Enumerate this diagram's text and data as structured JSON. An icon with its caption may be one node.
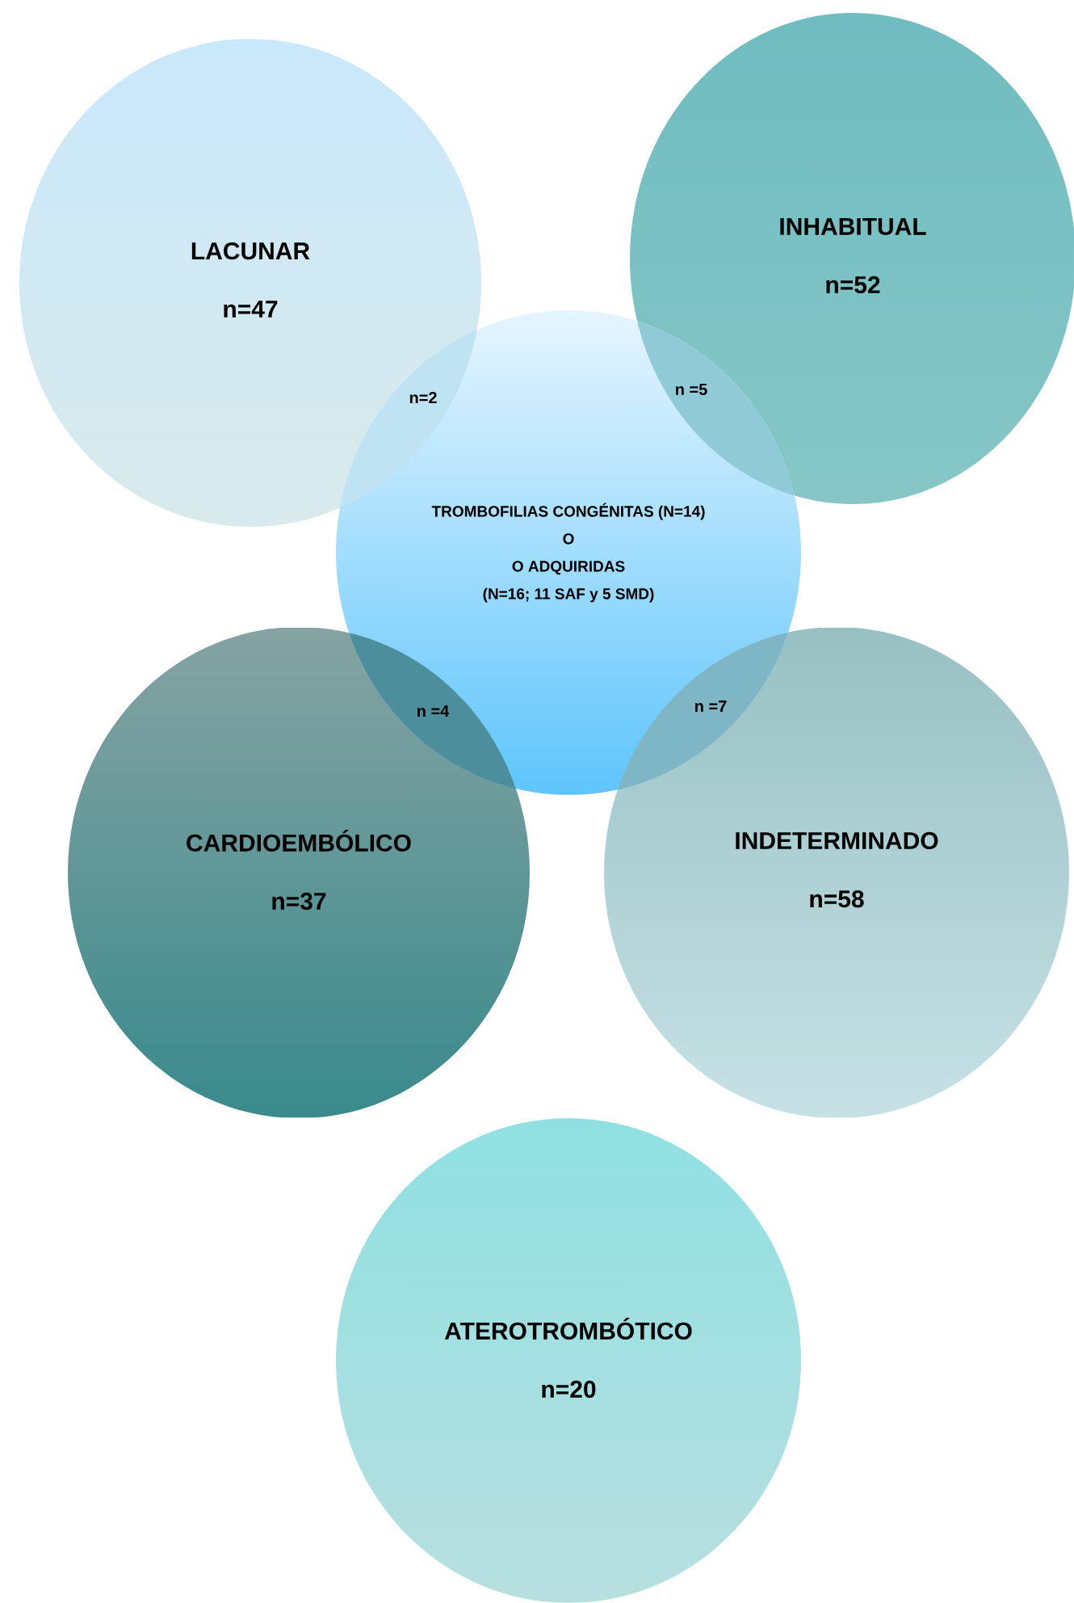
{
  "diagram": {
    "nodes": [
      {
        "text": [
          "LACUNAR",
          "n=47"
        ]
      },
      {
        "text": [
          "INHABITUAL",
          "n=52"
        ]
      },
      {
        "text": [
          "TROMBOFILIAS CONGÉNITAS (N=14)",
          "O",
          "O ADQUIRIDAS",
          "(N=16; 11 SAF y 5 SMD)"
        ]
      },
      {
        "text": [
          "CARDIOEMBÓLICO",
          "n=37"
        ]
      },
      {
        "text": [
          "INDETERMINADO",
          "n=58"
        ]
      },
      {
        "text": [
          "ATEROTROMBÓTICO",
          "n=20"
        ]
      }
    ],
    "labels": [
      "n=2",
      "n =5",
      "n =4",
      "n =7"
    ]
  }
}
